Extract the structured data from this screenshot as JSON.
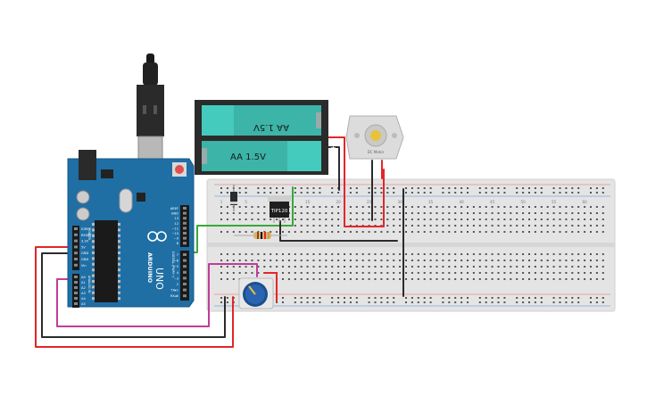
{
  "battery": {
    "cell_top_label": "AA 1.5V",
    "cell_bottom_label": "AA 1.5V",
    "minus_sign": "−",
    "plus_sign": "+"
  },
  "transistor": {
    "label": "TIP120"
  },
  "motor": {
    "label": "DC Motor"
  },
  "arduino": {
    "brand": "ARDUINO",
    "model": "UNO",
    "header_top": [
      "AREF",
      "GND",
      "13",
      "12",
      "~11",
      "~10",
      "~9",
      "8"
    ],
    "header_mid": [
      "7",
      "~6",
      "~5",
      "4",
      "~3",
      "2",
      "TX▸1",
      "RX◂0"
    ],
    "digital_label": "DIGITAL (PWM~)",
    "power_pins": [
      "IOREF",
      "RESET",
      "3.3V",
      "5V",
      "GND",
      "GND",
      "Vin"
    ],
    "analog_pins": [
      "A0",
      "A1",
      "A2",
      "A3",
      "A4",
      "A5"
    ],
    "power_label": "POWER",
    "analog_label": "ANALOG IN"
  },
  "breadboard": {
    "column_numbers": [
      "1",
      "5",
      "10",
      "15",
      "20",
      "25",
      "30",
      "35",
      "40",
      "45",
      "50",
      "55",
      "60"
    ]
  },
  "colors": {
    "board": "#1f6fa5",
    "breadboard": "#e6e6e6",
    "battery": "#3cb4a8",
    "wire_red": "#e3262a",
    "wire_black": "#2b2b2b",
    "wire_green": "#3aa83a",
    "wire_magenta": "#c03d9a"
  }
}
